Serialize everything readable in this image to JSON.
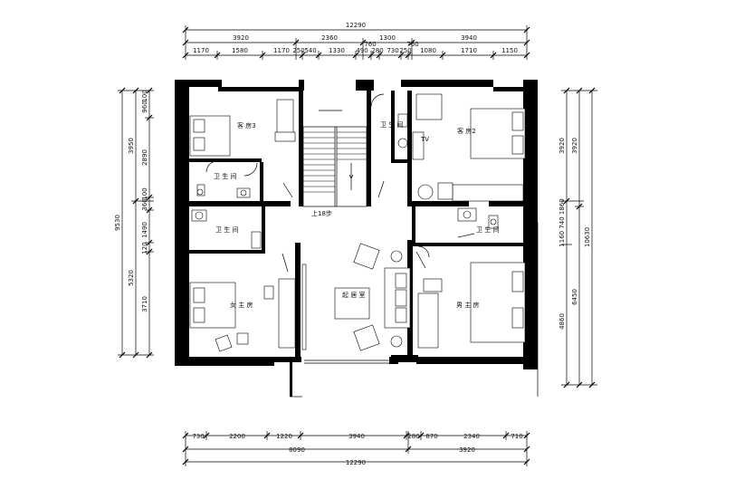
{
  "top_dims": {
    "total": "12290",
    "row2": [
      "3920",
      "2360",
      "1300",
      "3940"
    ],
    "row3": [
      "1170",
      "1580",
      "1170",
      "250",
      "540",
      "1330",
      "490",
      "280",
      "730",
      "250",
      "1080",
      "1710",
      "1150"
    ],
    "small_a": "760",
    "small_b": "760"
  },
  "bottom_dims": {
    "row1": [
      "730",
      "2200",
      "1220",
      "3940",
      "280",
      "870",
      "2340",
      "710"
    ],
    "row2": [
      "8090",
      "3920"
    ],
    "total": "12290"
  },
  "left_dims": {
    "total": "9530",
    "col2": [
      "3950",
      "5320"
    ],
    "col3": [
      "960",
      "2890",
      "360",
      "1490",
      "3710"
    ],
    "small_top": "100",
    "small_mid": "120",
    "small_mid2": "100"
  },
  "right_dims": {
    "total": "10630",
    "col2": [
      "3920",
      "6450"
    ],
    "col3": [
      "3920",
      "4860"
    ],
    "mid_cluster": "1160 740 1860"
  },
  "rooms": {
    "guest3": "客 房3",
    "guest2": "客 房2",
    "bath_tl": "卫 生 间",
    "bath_tm": "卫 生 间",
    "bath_ml": "卫 生 间",
    "bath_mr": "卫 生 间",
    "girl": "女 主 房",
    "boy": "男 主 房",
    "living": "起 居 室",
    "stair": "上18步",
    "tv": "TV"
  }
}
